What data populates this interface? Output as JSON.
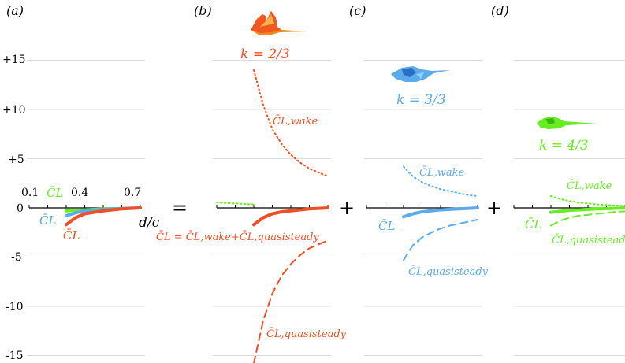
{
  "colors": {
    "orange": "#f04e23",
    "blue": "#5aabea",
    "green": "#66ee22",
    "grid": "#dddddd",
    "axis": "#000000"
  },
  "symbols": {
    "equals": "=",
    "plus": "+"
  },
  "chart_data": [
    {
      "type": "line",
      "panel_label": "(a)",
      "y_ticks": [
        "+15",
        "+10",
        "+5",
        "0",
        "-5",
        "-10",
        "-15"
      ],
      "y_tick_values": [
        15,
        10,
        5,
        0,
        -5,
        -10,
        -15
      ],
      "x_ticks": [
        "0.1",
        "0.4",
        "0.7"
      ],
      "x_tick_values": [
        0.1,
        0.4,
        0.7
      ],
      "xlabel": "d/c",
      "ylim": [
        -16,
        16
      ],
      "xlim": [
        0.1,
        0.7
      ],
      "grid": true,
      "series": [
        {
          "name": "C̄L",
          "color": "green",
          "style": "solid",
          "x": [
            0.3,
            0.4,
            0.5,
            0.6,
            0.7
          ],
          "y": [
            -0.3,
            -0.2,
            -0.12,
            -0.06,
            0
          ]
        },
        {
          "name": "C̄L",
          "color": "blue",
          "style": "solid",
          "x": [
            0.3,
            0.35,
            0.4,
            0.5,
            0.6,
            0.7
          ],
          "y": [
            -0.8,
            -0.5,
            -0.3,
            -0.15,
            -0.06,
            0
          ]
        },
        {
          "name": "C̄L",
          "color": "orange",
          "style": "solid",
          "x": [
            0.3,
            0.35,
            0.4,
            0.5,
            0.6,
            0.7
          ],
          "y": [
            -1.7,
            -1.0,
            -0.6,
            -0.3,
            -0.1,
            0
          ]
        }
      ]
    },
    {
      "type": "line",
      "panel_label": "(b)",
      "k_label": "k = 2/3",
      "ylim": [
        -16,
        16
      ],
      "xlim": [
        0.1,
        0.7
      ],
      "grid": true,
      "series": [
        {
          "name": "C̄L,wake",
          "color": "orange",
          "style": "dotted",
          "x": [
            0.3,
            0.35,
            0.4,
            0.45,
            0.5,
            0.55,
            0.6,
            0.65,
            0.7
          ],
          "y": [
            14.0,
            10.5,
            8.0,
            6.5,
            5.4,
            4.6,
            4.0,
            3.6,
            3.2
          ]
        },
        {
          "name": "C̄L = C̄L,wake+C̄L,quasisteady",
          "color": "orange",
          "style": "solid",
          "x": [
            0.3,
            0.35,
            0.4,
            0.45,
            0.5,
            0.55,
            0.6,
            0.65,
            0.7
          ],
          "y": [
            -1.7,
            -1.0,
            -0.6,
            -0.4,
            -0.3,
            -0.2,
            -0.1,
            -0.05,
            0
          ]
        },
        {
          "name": "C̄L,quasisteady",
          "color": "orange",
          "style": "dashed",
          "x": [
            0.3,
            0.35,
            0.4,
            0.45,
            0.5,
            0.55,
            0.6,
            0.65,
            0.7
          ],
          "y": [
            -15.8,
            -11.5,
            -8.7,
            -6.9,
            -5.7,
            -4.8,
            -4.1,
            -3.7,
            -3.3
          ]
        },
        {
          "name": "",
          "color": "green",
          "style": "dotted",
          "x": [
            0.1,
            0.2,
            0.3
          ],
          "y": [
            0.55,
            0.45,
            0.35
          ]
        }
      ]
    },
    {
      "type": "line",
      "panel_label": "(c)",
      "k_label": "k = 3/3",
      "ylim": [
        -16,
        16
      ],
      "xlim": [
        0.1,
        0.7
      ],
      "grid": true,
      "series": [
        {
          "name": "C̄L,wake",
          "color": "blue",
          "style": "dotted",
          "x": [
            0.3,
            0.35,
            0.4,
            0.45,
            0.5,
            0.55,
            0.6,
            0.65,
            0.7
          ],
          "y": [
            4.2,
            3.2,
            2.6,
            2.2,
            1.9,
            1.7,
            1.5,
            1.3,
            1.2
          ]
        },
        {
          "name": "C̄L",
          "color": "blue",
          "style": "solid",
          "x": [
            0.3,
            0.35,
            0.4,
            0.45,
            0.5,
            0.55,
            0.6,
            0.65,
            0.7
          ],
          "y": [
            -0.9,
            -0.6,
            -0.4,
            -0.3,
            -0.2,
            -0.15,
            -0.1,
            -0.05,
            0
          ]
        },
        {
          "name": "C̄L,quasisteady",
          "color": "blue",
          "style": "dashed",
          "x": [
            0.3,
            0.35,
            0.4,
            0.45,
            0.5,
            0.55,
            0.6,
            0.65,
            0.7
          ],
          "y": [
            -5.3,
            -3.8,
            -3.0,
            -2.5,
            -2.1,
            -1.8,
            -1.6,
            -1.4,
            -1.2
          ]
        }
      ]
    },
    {
      "type": "line",
      "panel_label": "(d)",
      "k_label": "k = 4/3",
      "ylim": [
        -16,
        16
      ],
      "xlim": [
        0.1,
        0.7
      ],
      "grid": true,
      "series": [
        {
          "name": "C̄L,wake",
          "color": "green",
          "style": "dotted",
          "x": [
            0.3,
            0.35,
            0.4,
            0.45,
            0.5,
            0.55,
            0.6,
            0.65,
            0.7
          ],
          "y": [
            1.2,
            0.9,
            0.7,
            0.55,
            0.45,
            0.35,
            0.3,
            0.25,
            0.2
          ]
        },
        {
          "name": "C̄L",
          "color": "green",
          "style": "solid",
          "x": [
            0.3,
            0.35,
            0.4,
            0.45,
            0.5,
            0.55,
            0.6,
            0.65,
            0.7
          ],
          "y": [
            -0.45,
            -0.35,
            -0.25,
            -0.2,
            -0.15,
            -0.1,
            -0.07,
            -0.04,
            0
          ]
        },
        {
          "name": "C̄L,quasisteady",
          "color": "green",
          "style": "dashed",
          "x": [
            0.3,
            0.35,
            0.4,
            0.45,
            0.5,
            0.55,
            0.6,
            0.65,
            0.7
          ],
          "y": [
            -1.8,
            -1.3,
            -1.0,
            -0.8,
            -0.7,
            -0.6,
            -0.5,
            -0.4,
            -0.35
          ]
        }
      ]
    }
  ]
}
